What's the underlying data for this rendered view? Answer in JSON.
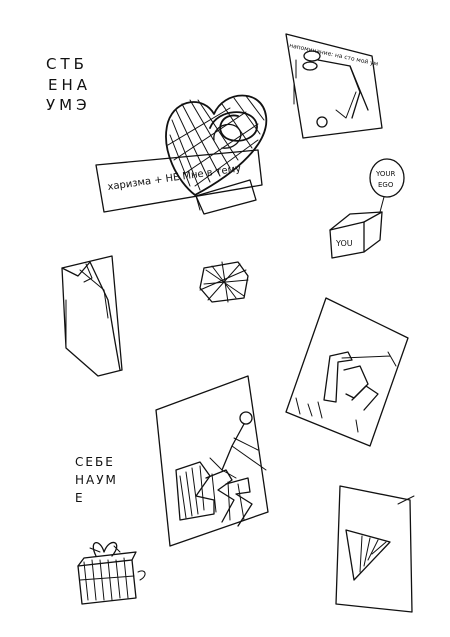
{
  "sheet": {
    "background": "#ffffff",
    "ink_color": "#111111"
  },
  "lettering": {
    "top_left": [
      "СТБ",
      "ЕНА",
      "УМЭ"
    ],
    "heart_caption": "харизма + НЕ Мне в тему",
    "ego_bubble": [
      "YOUR",
      "EGO"
    ],
    "box_label": "YOU",
    "poster_caption": "напоминание: на сто мой ум",
    "mid_left": [
      "СЕБЕ",
      "НАУМ",
      "Е"
    ]
  },
  "sketches": [
    {
      "name": "heart-with-knot",
      "icon": "heart-sketch-icon"
    },
    {
      "name": "small-gift-box",
      "icon": "gift-scribble-icon"
    },
    {
      "name": "ego-box",
      "icon": "box-with-balloon-icon"
    },
    {
      "name": "figure-poster",
      "icon": "figure-poster-icon"
    },
    {
      "name": "folded-card",
      "icon": "folded-card-icon"
    },
    {
      "name": "letters-poster",
      "icon": "letters-poster-icon"
    },
    {
      "name": "large-letters-poster",
      "icon": "large-letters-poster-icon"
    },
    {
      "name": "gift-box-bottom",
      "icon": "gift-box-icon"
    },
    {
      "name": "torn-paper",
      "icon": "torn-paper-icon"
    }
  ]
}
